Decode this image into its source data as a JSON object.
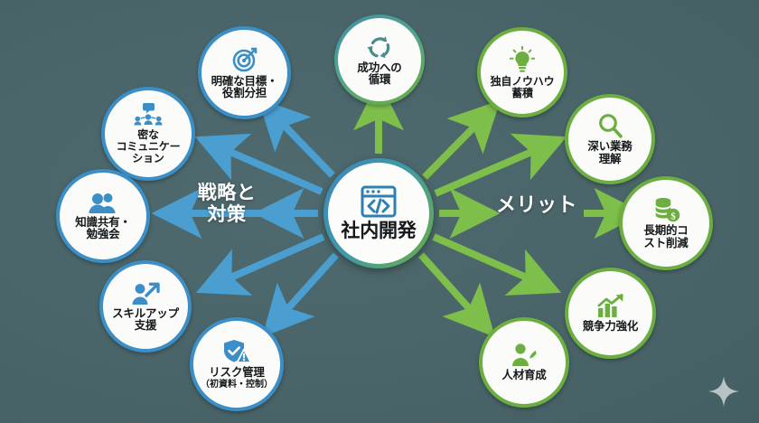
{
  "diagram": {
    "center": {
      "label": "社内開発",
      "icon": "code-window-icon"
    },
    "groups": [
      {
        "key": "strategy",
        "label": "戦略と\n対策",
        "label_line1": "戦略と",
        "label_line2": "対策",
        "color": "#3b8fc6"
      },
      {
        "key": "merit",
        "label": "メリット",
        "color": "#6cae41"
      }
    ],
    "left_nodes": [
      {
        "id": "goal-roles",
        "line1": "明確な目標・",
        "line2": "役割分担",
        "line3": "",
        "icon": "target-icon",
        "color": "#3b8fc6"
      },
      {
        "id": "communication",
        "line1": "密な",
        "line2": "コミュニケー",
        "line3": "ション",
        "icon": "chat-group-icon",
        "color": "#3b8fc6"
      },
      {
        "id": "knowledge-share",
        "line1": "知識共有・",
        "line2": "勉強会",
        "line3": "",
        "icon": "two-people-icon",
        "color": "#3b8fc6"
      },
      {
        "id": "skill-up",
        "line1": "スキルアップ",
        "line2": "支援",
        "line3": "",
        "icon": "person-arrow-up-icon",
        "color": "#3b8fc6"
      },
      {
        "id": "risk-management",
        "line1": "リスク管理",
        "line2": "",
        "line3": "",
        "sub": "（初資料・控制）",
        "icon": "shield-check-warning-icon",
        "color": "#3b8fc6"
      }
    ],
    "top_node": {
      "id": "success-cycle",
      "line1": "成功への",
      "line2": "循環",
      "icon": "recycle-cycle-icon",
      "color": "gradient"
    },
    "right_nodes": [
      {
        "id": "unique-knowhow",
        "line1": "独自ノウハウ",
        "line2": "蓄積",
        "icon": "lightbulb-icon",
        "color": "#6cae41"
      },
      {
        "id": "deep-understanding",
        "line1": "深い業務",
        "line2": "理解",
        "icon": "magnifier-icon",
        "color": "#6cae41"
      },
      {
        "id": "cost-reduction",
        "line1": "長期的コ",
        "line2": "スト削減",
        "icon": "coins-dollar-icon",
        "color": "#6cae41"
      },
      {
        "id": "competitiveness",
        "line1": "競争力強化",
        "line2": "",
        "icon": "bar-chart-arrow-icon",
        "color": "#6cae41"
      },
      {
        "id": "talent-development",
        "line1": "人材育成",
        "line2": "",
        "icon": "person-pencil-icon",
        "color": "#6cae41"
      }
    ],
    "decoration": {
      "sparkle": "four-point-star-icon"
    },
    "colors": {
      "background": "#4a6569",
      "blue_accent": "#3b8fc6",
      "blue_arrow": "#4a9fd0",
      "green_accent": "#6cae41",
      "green_arrow": "#7ebe4a",
      "node_fill": "#fbfcfa",
      "text_dark": "#14181a",
      "text_light": "#ffffff"
    }
  }
}
